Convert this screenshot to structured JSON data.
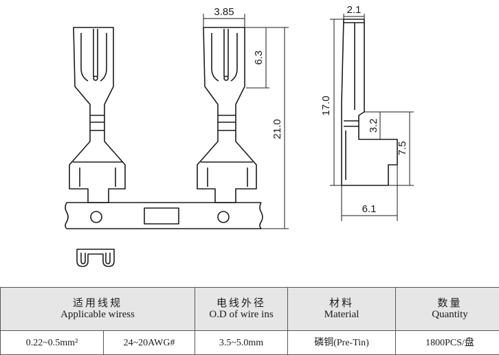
{
  "drawing": {
    "dimensions": {
      "width_top": "3.85",
      "thickness": "2.1",
      "contact_length": "6.3",
      "total_length": "21.0",
      "side_length": "17.0",
      "insulation_gap": "3.2",
      "crimp_height": "7.5",
      "bottom_width": "6.1"
    }
  },
  "table": {
    "headers": [
      {
        "cn": "适用线规",
        "en": "Applicable wiress"
      },
      {
        "cn": "电线外径",
        "en": "O.D of wire ins"
      },
      {
        "cn": "材料",
        "en": "Material"
      },
      {
        "cn": "数量",
        "en": "Quantity"
      }
    ],
    "row": [
      "0.22~0.5mm²",
      "24~20AWG#",
      "3.5~5.0mm",
      "磷铜(Pre-Tin)",
      "1800PCS/盘"
    ]
  }
}
